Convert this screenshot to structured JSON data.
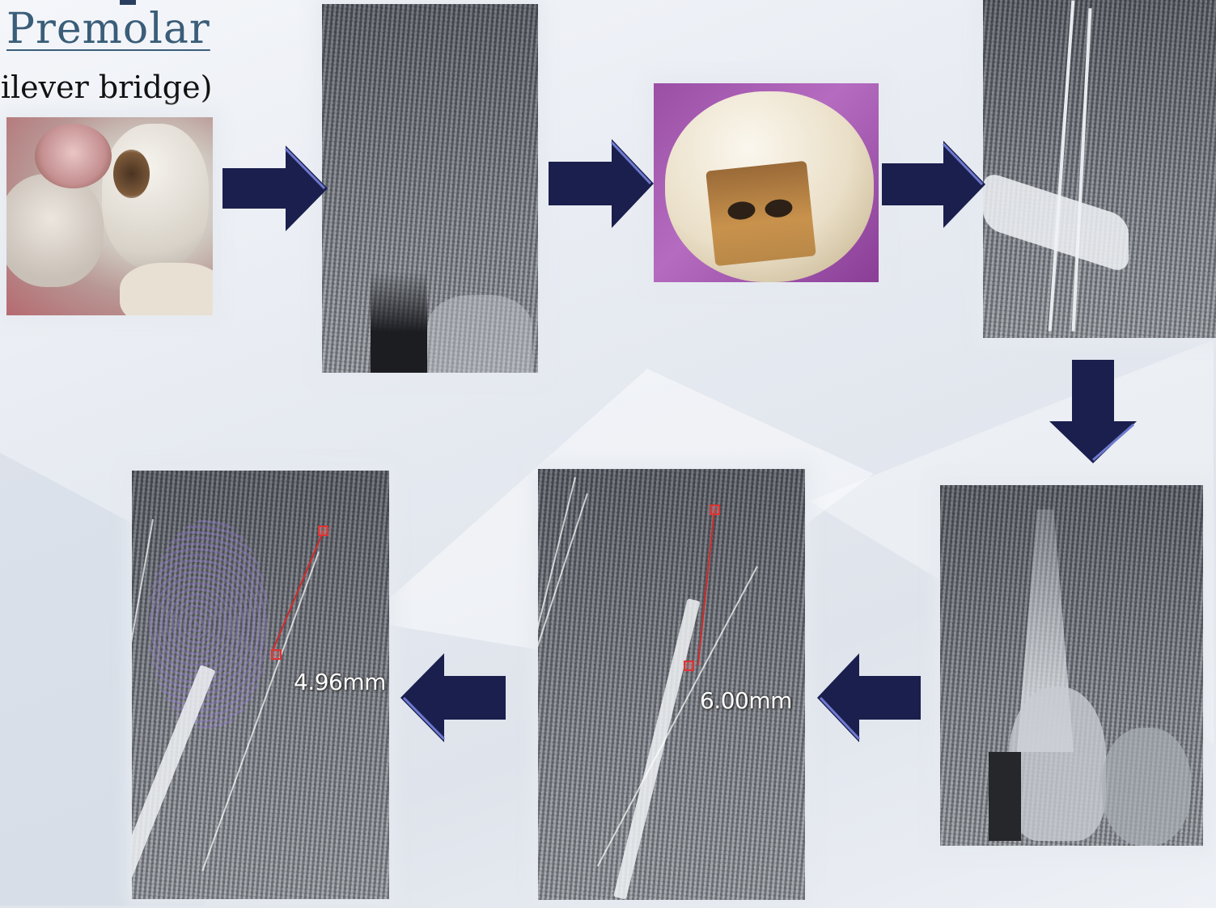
{
  "slide": {
    "title": "Premolar",
    "subtitle": "(ilever bridge)"
  },
  "measurements": {
    "first": "6.00mm",
    "second": "4.96mm"
  },
  "colors": {
    "arrow": "#1b1f4d",
    "title": "#3a5d78",
    "measure_line": "#d32a2a"
  },
  "icons": [
    "arrow-right-icon",
    "arrow-down-icon",
    "arrow-left-icon"
  ]
}
